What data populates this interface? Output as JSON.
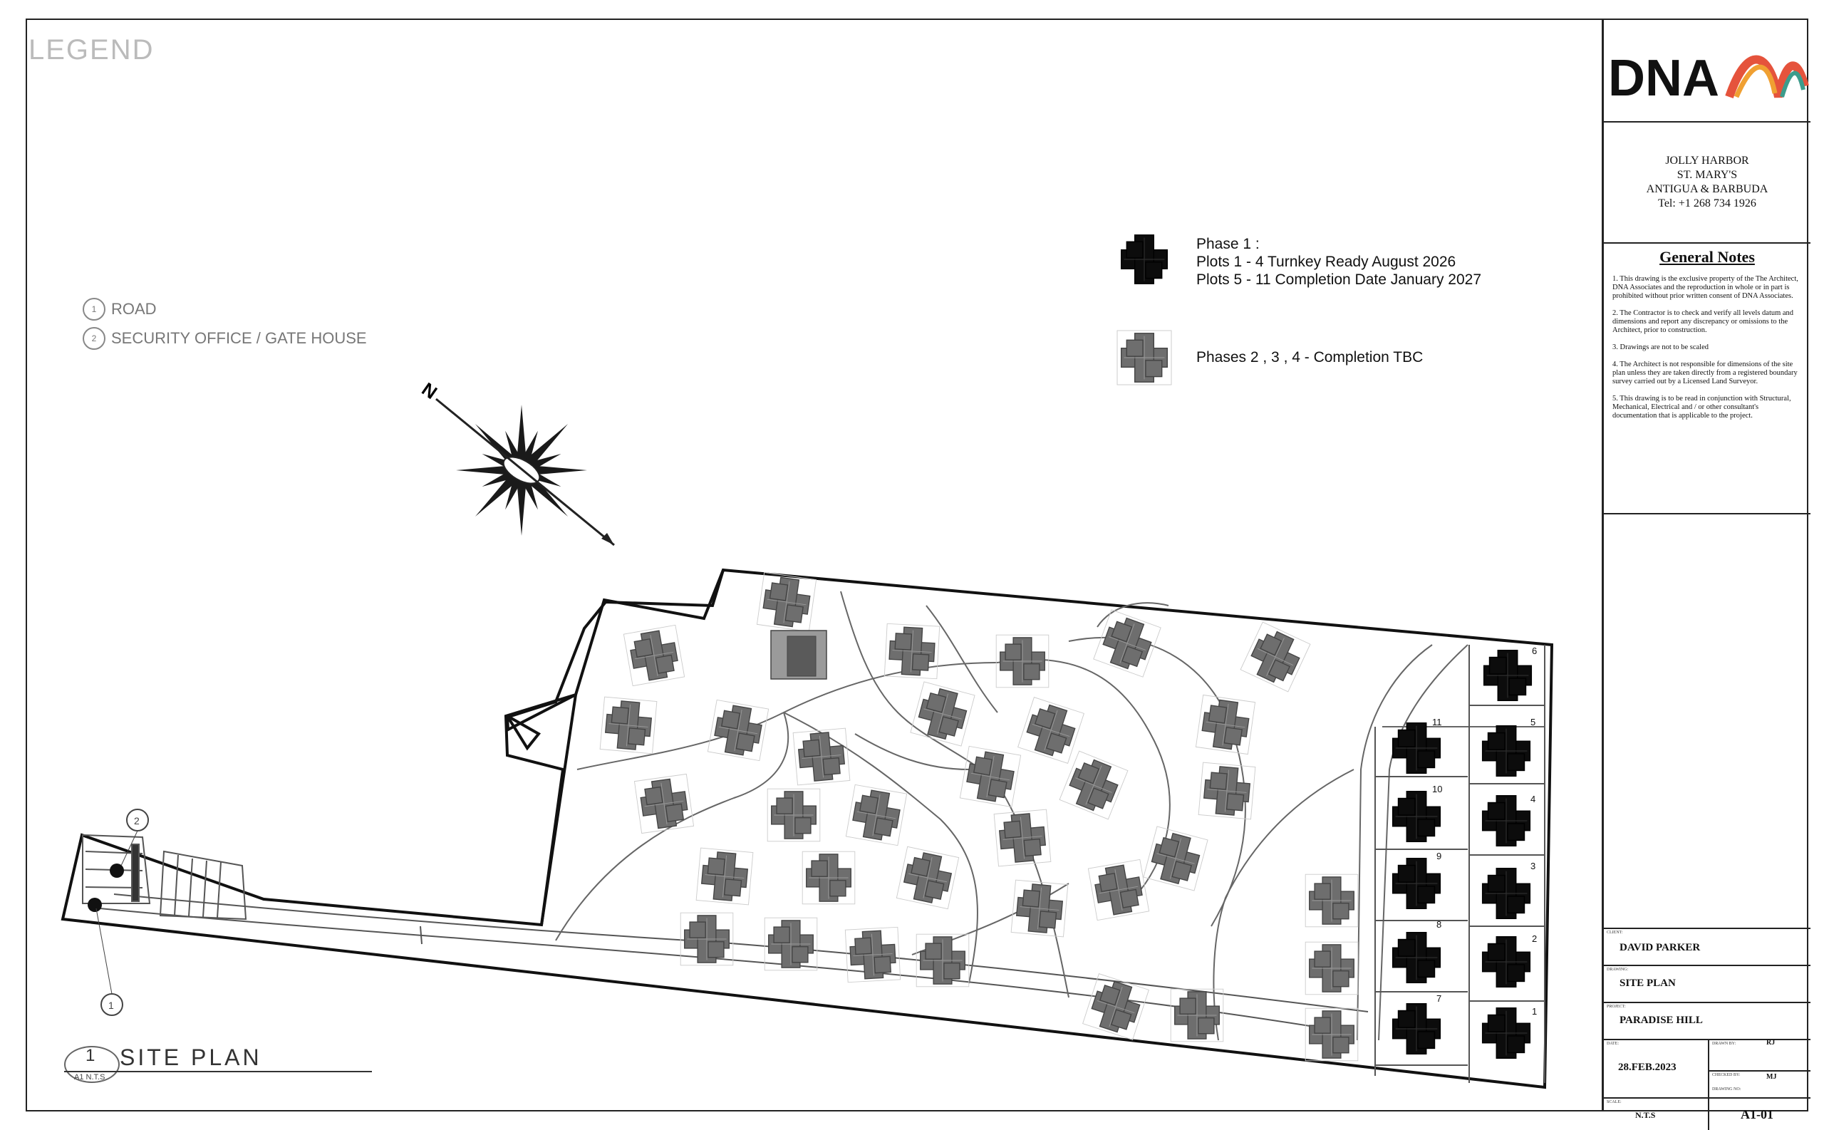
{
  "legend": {
    "title": "LEGEND",
    "items": [
      {
        "number": "1",
        "label": "ROAD"
      },
      {
        "number": "2",
        "label": "SECURITY OFFICE / GATE HOUSE"
      }
    ]
  },
  "phases": {
    "phase1": [
      "Phase 1 :",
      "Plots 1 - 4 Turnkey Ready August 2026",
      "Plots 5 - 11 Completion Date January 2027"
    ],
    "phase2": "Phases 2 , 3 , 4 - Completion TBC"
  },
  "plot_numbers": [
    "1",
    "2",
    "3",
    "4",
    "5",
    "6",
    "7",
    "8",
    "9",
    "10",
    "11"
  ],
  "plan": {
    "title": "SITE PLAN",
    "number": "1",
    "scale": "A1 N.T.S",
    "compass": "N",
    "callouts": [
      "1",
      "2"
    ]
  },
  "title_block": {
    "logo": "DNA",
    "address": [
      "JOLLY HARBOR",
      "ST. MARY'S",
      "ANTIGUA & BARBUDA",
      "Tel: +1 268 734 1926"
    ],
    "general_notes_title": "General Notes",
    "notes": [
      "1. This drawing is the exclusive property of the The Architect, DNA Associates and the reproduction in whole or in part is prohibited without prior written consent of DNA Associates.",
      "2. The Contractor is to check and verify all levels datum and dimensions and report any discrepancy or omissions to the Architect, prior to construction.",
      "3. Drawings are not to be scaled",
      "4. The Architect is not responsible for dimensions of the site plan unless they are taken directly from a registered boundary survey carried out by a Licensed Land Surveyor.",
      "5. This drawing is to be read in conjunction with Structural, Mechanical, Electrical and / or other consultant's documentation that is applicable to the project."
    ],
    "client_label": "CLIENT:",
    "client": "DAVID PARKER",
    "drawing_label": "DRAWING:",
    "drawing": "SITE PLAN",
    "project_label": "PROJECT:",
    "project": "PARADISE HILL",
    "date_label": "DATE:",
    "date": "28.FEB.2023",
    "drawn_label": "DRAWN BY:",
    "drawn": "RJ",
    "checked_label": "CHECKED BY:",
    "checked": "MJ",
    "scale_label": "SCALE:",
    "scale": "N.T.S",
    "sheet_label": "DRAWING NO:",
    "sheet": "A1-01"
  }
}
